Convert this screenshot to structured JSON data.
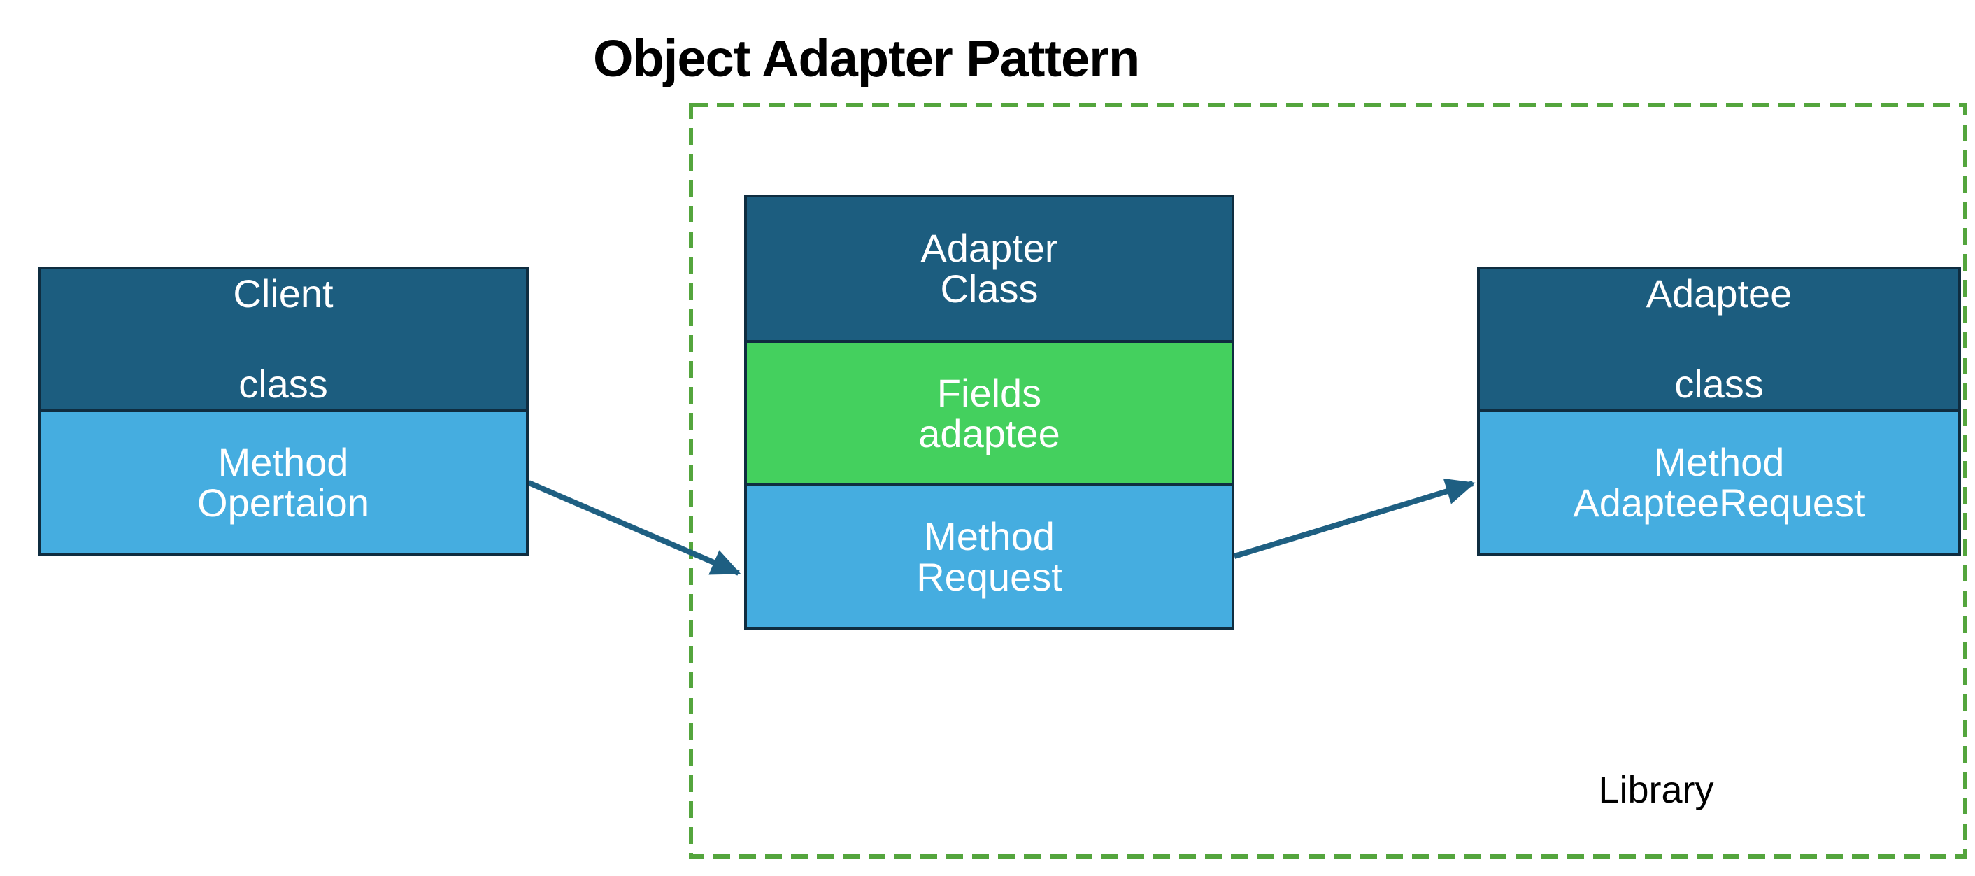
{
  "title": "Object Adapter Pattern",
  "colors": {
    "background": "#ffffff",
    "box_header_fill": "#1c5d7f",
    "box_method_fill": "#45ade0",
    "box_fields_fill": "#44d05e",
    "box_border": "#0f2d40",
    "box_text": "#ffffff",
    "arrow": "#1e5f82",
    "library_dashed_border": "#54a53d",
    "title_text": "#000000"
  },
  "boxes": [
    {
      "name": "client",
      "sections": [
        {
          "kind": "header",
          "lines": [
            "Client",
            "class"
          ]
        },
        {
          "kind": "method",
          "lines": [
            "Method",
            "Opertaion"
          ]
        }
      ]
    },
    {
      "name": "adapter",
      "sections": [
        {
          "kind": "header",
          "lines": [
            "Adapter",
            "Class"
          ]
        },
        {
          "kind": "fields",
          "lines": [
            "Fields",
            "adaptee"
          ]
        },
        {
          "kind": "method",
          "lines": [
            "Method",
            "Request"
          ]
        }
      ]
    },
    {
      "name": "adaptee",
      "sections": [
        {
          "kind": "header",
          "lines": [
            "Adaptee",
            "class"
          ]
        },
        {
          "kind": "method",
          "lines": [
            "Method",
            "AdapteeRequest"
          ]
        }
      ]
    }
  ],
  "library": {
    "label": "Library"
  },
  "arrows": [
    {
      "name": "client-to-adapter",
      "from": "client Method Opertaion",
      "to": "adapter Method Request"
    },
    {
      "name": "adapter-to-adaptee",
      "from": "adapter Method Request",
      "to": "adaptee Method AdapteeRequest"
    }
  ]
}
